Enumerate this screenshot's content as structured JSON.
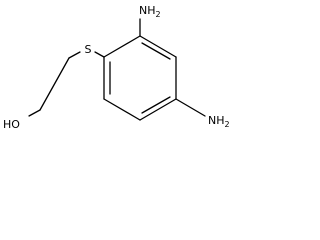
{
  "molecule": {
    "labels": {
      "amine_top": {
        "symbol": "NH",
        "subscript": "2"
      },
      "amine_right": {
        "symbol": "NH",
        "subscript": "2"
      },
      "thioether": {
        "symbol": "S"
      },
      "hydroxyl": {
        "symbol": "HO"
      }
    }
  }
}
